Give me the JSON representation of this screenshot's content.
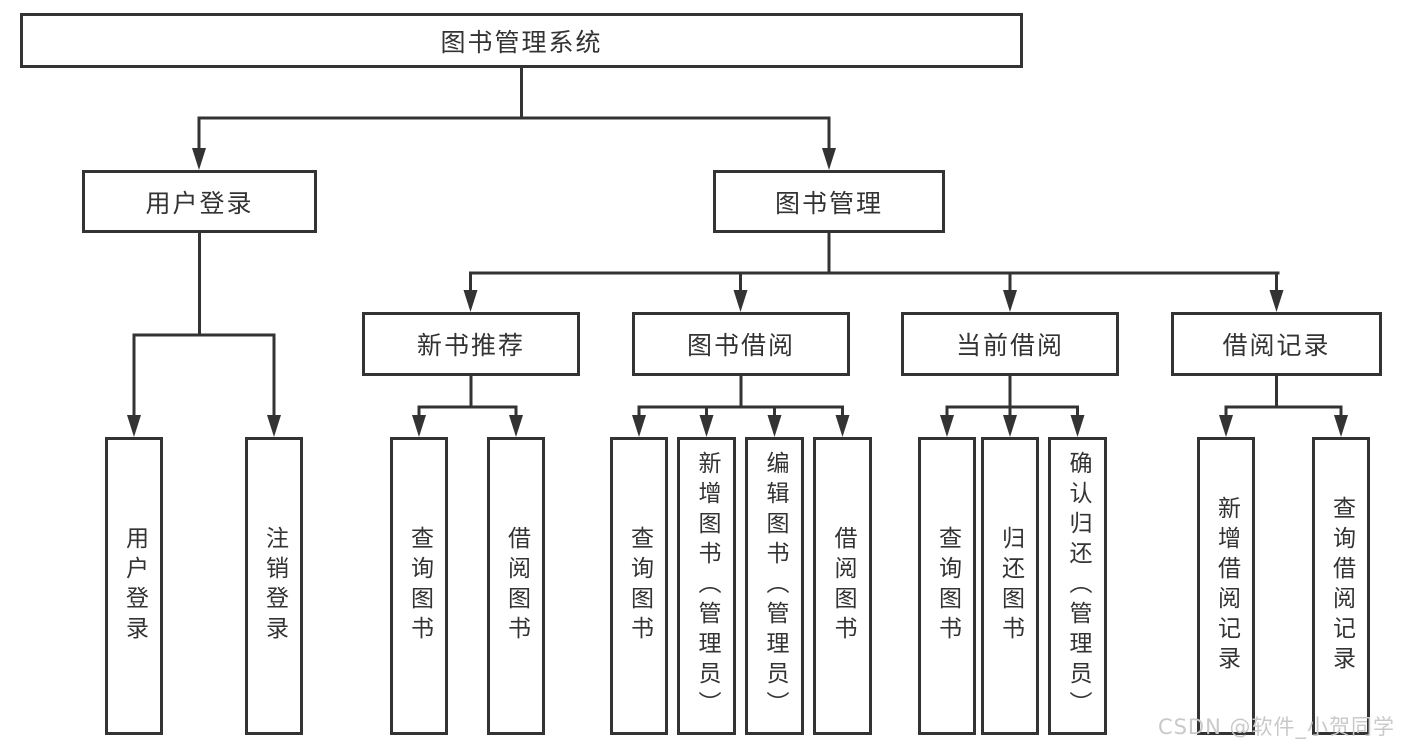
{
  "colors": {
    "line": "#333333",
    "box_background": "#ffffff",
    "watermark_text": "#c9c9c9"
  },
  "tree": {
    "root": {
      "label": "图书管理系统"
    },
    "branches": [
      {
        "label": "用户登录",
        "leaves": [
          "用户登录",
          "注销登录"
        ]
      },
      {
        "label": "图书管理",
        "children": [
          {
            "label": "新书推荐",
            "leaves": [
              "查询图书",
              "借阅图书"
            ]
          },
          {
            "label": "图书借阅",
            "leaves": [
              "查询图书",
              "新增图书（管理员）",
              "编辑图书（管理员）",
              "借阅图书"
            ]
          },
          {
            "label": "当前借阅",
            "leaves": [
              "查询图书",
              "归还图书",
              "确认归还（管理员）"
            ]
          },
          {
            "label": "借阅记录",
            "leaves": [
              "新增借阅记录",
              "查询借阅记录"
            ]
          }
        ]
      }
    ]
  },
  "watermark": {
    "text": "CSDN @软件_小贺同学"
  }
}
